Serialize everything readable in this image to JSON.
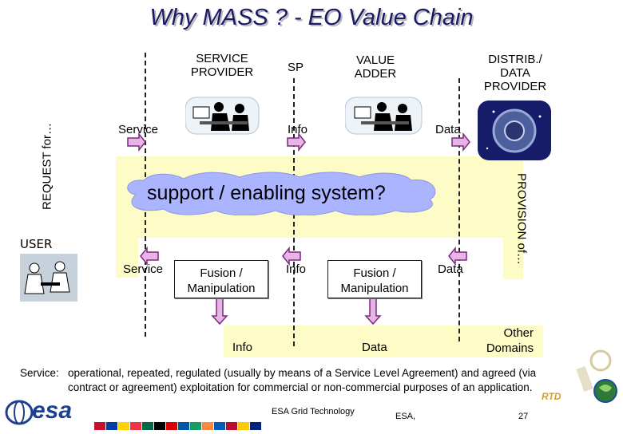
{
  "title": "Why  MASS ? - EO  Value  Chain",
  "header": {
    "service_provider": "SERVICE\nPROVIDER",
    "sp": "SP",
    "value_adder": "VALUE\nADDER",
    "distrib": "DISTRIB./\nDATA\nPROVIDER"
  },
  "top_flow": {
    "service": "Service",
    "info": "Info",
    "data": "Data"
  },
  "side": {
    "request": "REQUEST for…",
    "provision": "PROVISION of…"
  },
  "support_text": "support / enabling system?",
  "user_label": "USER",
  "middle_flow": {
    "service": "Service",
    "fusion1": "Fusion /\nManipulation",
    "info": "Info",
    "fusion2": "Fusion /\nManipulation",
    "data": "Data"
  },
  "bottom_flow": {
    "info": "Info",
    "data": "Data",
    "other": "Other\nDomains"
  },
  "definition": {
    "term": "Service:",
    "text": "operational, repeated, regulated (usually by means of a Service Level Agreement) and agreed (via contract or agreement) exploitation for commercial or non-commercial purposes of an application."
  },
  "footer": {
    "esa": "esa",
    "grid": "ESA Grid Technology",
    "esa_small": "ESA,",
    "page": "27",
    "rtd": "RTD"
  },
  "colors": {
    "title": "#1a1a66",
    "band": "#fdfcc6",
    "arrow_fill": "#e8b4e8",
    "arrow_stroke": "#7a2a7a",
    "cloud": "#aab4ff",
    "esa_blue": "#1d3f8f"
  }
}
